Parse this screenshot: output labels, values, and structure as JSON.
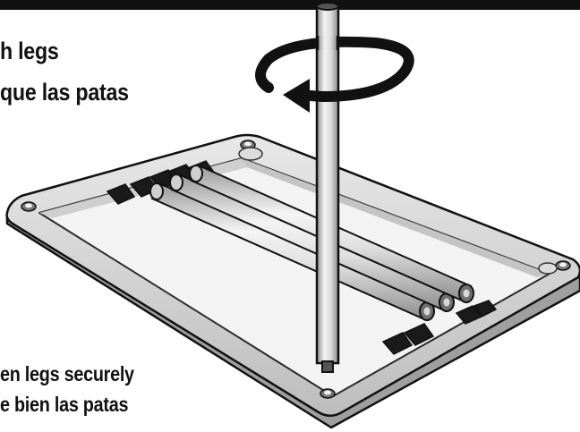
{
  "top_caption": {
    "line1": "h legs",
    "line2": "que las patas"
  },
  "bottom_caption": {
    "line1": "en legs securely",
    "line2": "e bien las patas"
  },
  "colors": {
    "ink": "#111111",
    "panel_light": "#f2f2f2",
    "panel_mid": "#d9d9d9",
    "panel_dark": "#b5b5b5",
    "leg_light": "#e6e6e6",
    "leg_dark": "#9a9a9a"
  },
  "icons": {
    "rotation": "rotate-arrow-icon"
  }
}
